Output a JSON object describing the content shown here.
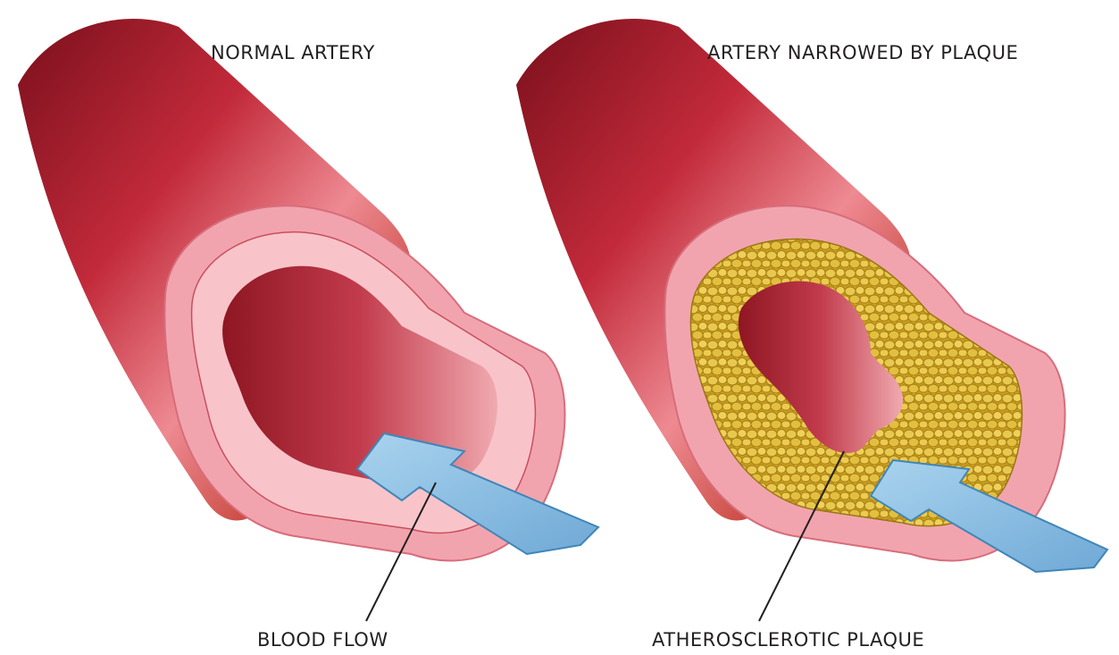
{
  "labels": {
    "normal_artery": "NORMAL ARTERY",
    "narrowed_artery": "ARTERY NARROWED BY PLAQUE",
    "blood_flow": "BLOOD FLOW",
    "plaque": "ATHEROSCLEROTIC PLAQUE"
  },
  "colors": {
    "artery_outer_dark": "#8e1622",
    "artery_outer_mid": "#c22a3a",
    "artery_highlight": "#ee8a92",
    "vessel_wall": "#f2a4ae",
    "vessel_wall_light": "#f8c4c9",
    "lumen_dark": "#b0243a",
    "lumen_light": "#f2b0b5",
    "plaque_fill": "#e7c44a",
    "plaque_edge": "#b38f1c",
    "arrow_fill": "#8fc3e4",
    "arrow_edge": "#3f86b8",
    "background": "#ffffff"
  }
}
